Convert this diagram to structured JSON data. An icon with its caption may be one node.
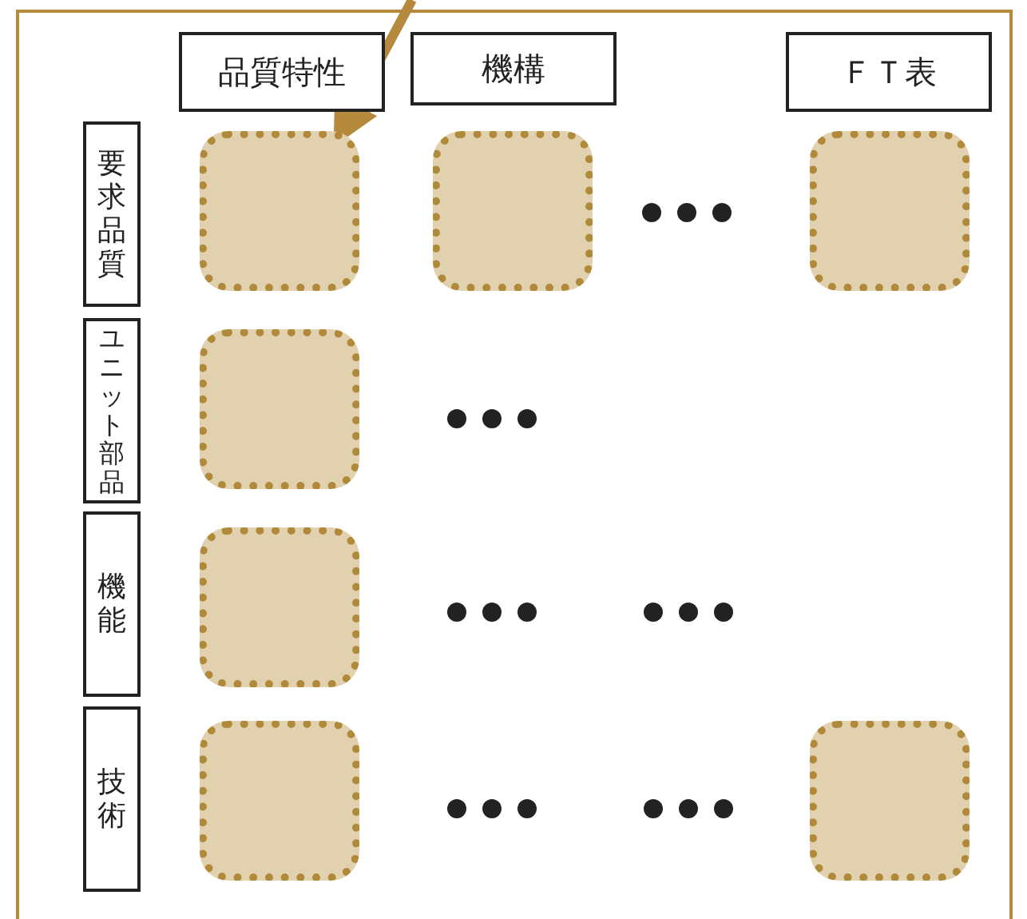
{
  "diagram": {
    "nodes": [
      {
        "text": [
          "品質特性"
        ]
      },
      {
        "text": [
          "機構"
        ]
      },
      {
        "text": [
          "ＦＴ表"
        ]
      },
      {
        "text": [
          "要求品質"
        ]
      },
      {
        "text": [
          "ユニット部品"
        ]
      },
      {
        "text": [
          "機能"
        ]
      },
      {
        "text": [
          "技術"
        ]
      },
      {
        "text": [],
        "shape": "box"
      },
      {
        "text": [],
        "shape": "box"
      },
      {
        "text": [],
        "shape": "box"
      },
      {
        "text": [],
        "shape": "box"
      },
      {
        "text": [],
        "shape": "box"
      },
      {
        "text": [],
        "shape": "box"
      },
      {
        "text": [],
        "shape": "box"
      }
    ],
    "edges": [
      {
        "from": null,
        "to": 7,
        "arrow": "to"
      }
    ]
  }
}
